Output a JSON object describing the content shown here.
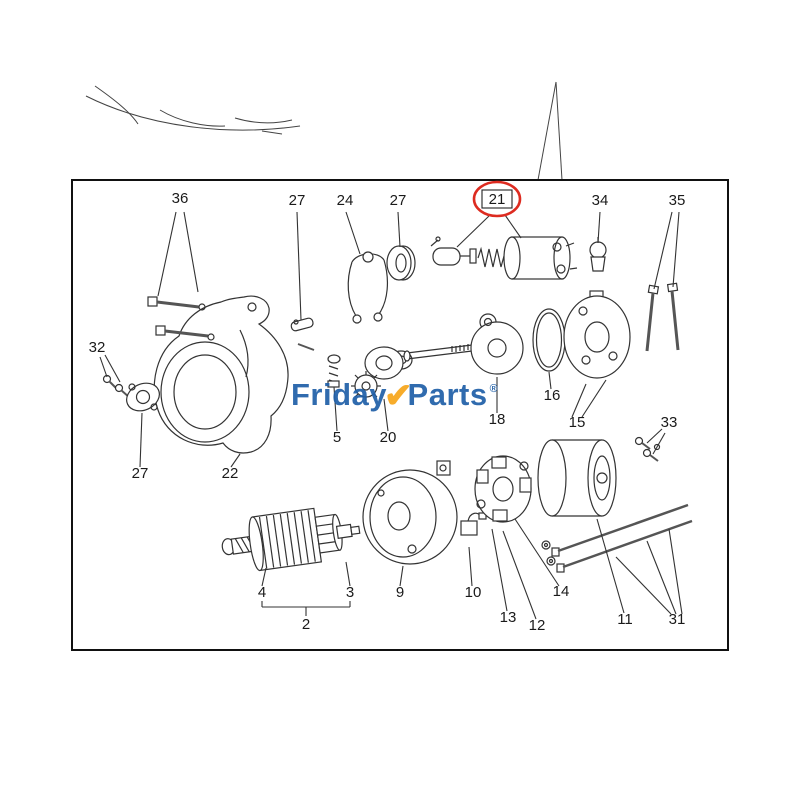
{
  "diagram": {
    "highlight_color": "#dd2b20",
    "highlighted_part": "21",
    "callouts": [
      {
        "label": "36"
      },
      {
        "label": "27"
      },
      {
        "label": "24"
      },
      {
        "label": "27"
      },
      {
        "label": "21"
      },
      {
        "label": "34"
      },
      {
        "label": "35"
      },
      {
        "label": "32"
      },
      {
        "label": "27"
      },
      {
        "label": "22"
      },
      {
        "label": "5"
      },
      {
        "label": "20"
      },
      {
        "label": "18"
      },
      {
        "label": "16"
      },
      {
        "label": "15"
      },
      {
        "label": "33"
      },
      {
        "label": "4"
      },
      {
        "label": "2"
      },
      {
        "label": "3"
      },
      {
        "label": "9"
      },
      {
        "label": "10"
      },
      {
        "label": "13"
      },
      {
        "label": "12"
      },
      {
        "label": "14"
      },
      {
        "label": "11"
      },
      {
        "label": "31"
      }
    ],
    "watermark": {
      "word1": "Friday",
      "word2": "Parts",
      "registered": "®",
      "blue": "#2160a8",
      "orange": "#f7a61b"
    }
  }
}
